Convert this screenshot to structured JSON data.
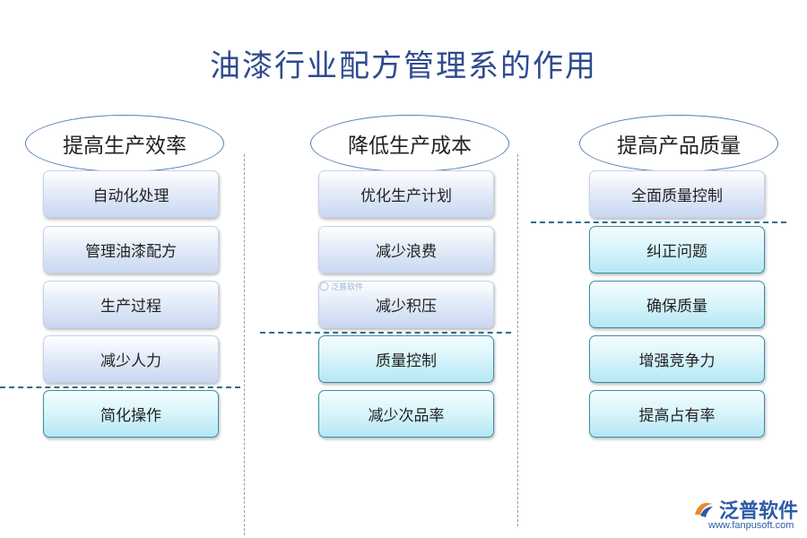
{
  "title": "油漆行业配方管理系的作用",
  "columns": [
    {
      "heading": "提高生产效率",
      "blue_items": [
        "自动化处理",
        "管理油漆配方",
        "生产过程",
        "减少人力"
      ],
      "cyan_items": [
        "简化操作"
      ]
    },
    {
      "heading": "降低生产成本",
      "blue_items": [
        "优化生产计划",
        "减少浪费",
        "减少积压"
      ],
      "cyan_items": [
        "质量控制",
        "减少次品率"
      ]
    },
    {
      "heading": "提高产品质量",
      "blue_items": [
        "全面质量控制"
      ],
      "cyan_items": [
        "纠正问题",
        "确保质量",
        "增强竞争力",
        "提高占有率"
      ]
    }
  ],
  "logo": {
    "name": "泛普软件",
    "url": "www.fanpusoft.com",
    "icon": "fanpu-logo-icon"
  },
  "watermark": "泛普软件",
  "colors": {
    "title": "#2f4a8f",
    "ellipse_border": "#5a7fb8",
    "cyan_border": "#3a8fa3",
    "divider": "#2a6f8a",
    "logo": "#2d5aa8"
  }
}
